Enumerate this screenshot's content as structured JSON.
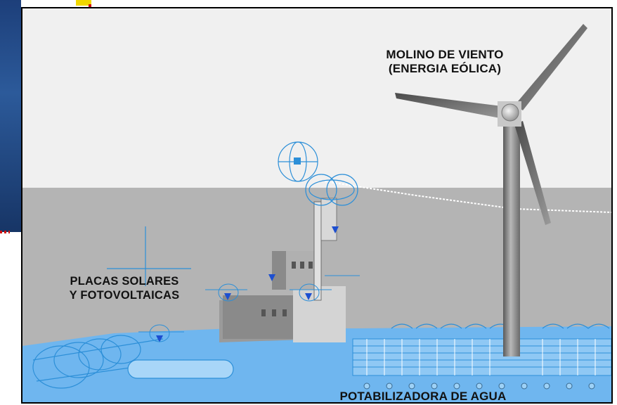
{
  "labels": {
    "wind_line1": "MOLINO DE VIENTO",
    "wind_line2": "(ENERGIA  EÓLICA)",
    "solar_line1": "PLACAS SOLARES",
    "solar_line2": "Y FOTOVOLTAICAS",
    "water": "POTABILIZADORA DE AGUA"
  },
  "colors": {
    "sky": "#f0f0f0",
    "sea": "#b4b4b4",
    "hull_blue": "#6fb6ef",
    "wireframe": "#2c8fd8",
    "structure_grey": "#9a9a9a",
    "tower_grey": "#808080"
  }
}
